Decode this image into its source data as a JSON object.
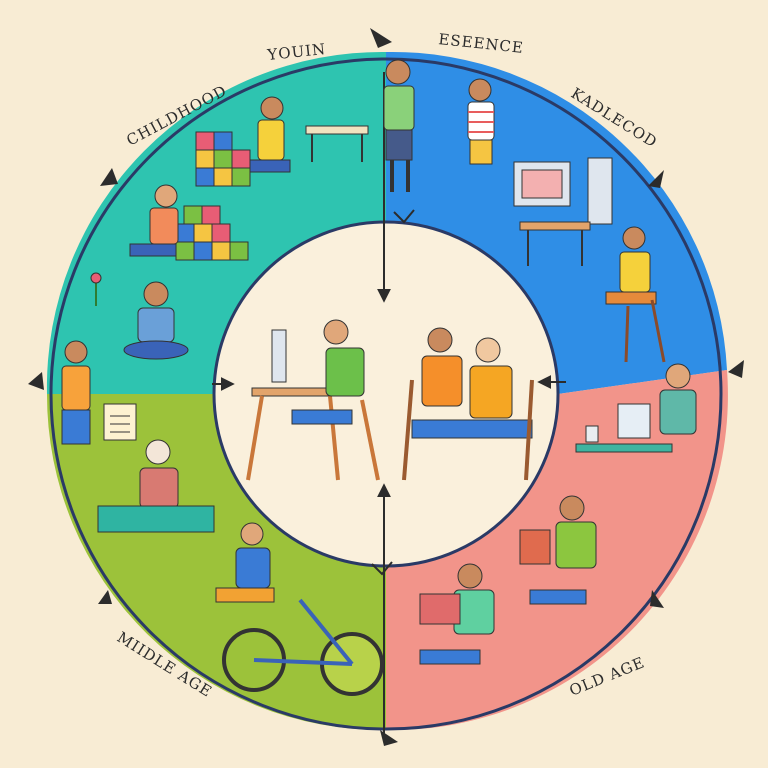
{
  "stages": {
    "childhood": "CHILDHOOD",
    "youth": "YOUIN",
    "essence": "ESEENCE",
    "kadlecod": "KADLECOD",
    "middle_age": "MIIDLE AGE",
    "old_age": "OLD AGE"
  },
  "colors": {
    "background": "#f8ecd4",
    "center": "#faf0dc",
    "teal": "#2ec4b0",
    "blue": "#2f8ee6",
    "lime": "#9cc23a",
    "salmon": "#f2948a",
    "outline": "#2a3a66",
    "arrow": "#2c2c2c"
  }
}
